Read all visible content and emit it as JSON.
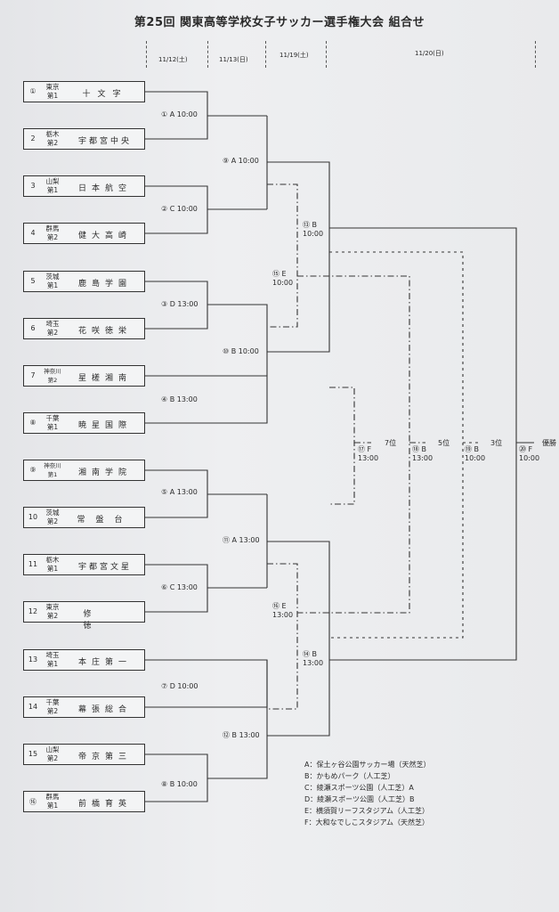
{
  "title": "第25回 関東高等学校女子サッカー選手権大会 組合せ",
  "dates": [
    "11/12(土)",
    "11/13(日)",
    "11/19(土)",
    "11/20(日)"
  ],
  "teams": [
    {
      "seed": "①",
      "pref": "東京",
      "rank": "第1",
      "name": "十文字"
    },
    {
      "seed": "2",
      "pref": "栃木",
      "rank": "第2",
      "name": "宇都宮中央"
    },
    {
      "seed": "3",
      "pref": "山梨",
      "rank": "第1",
      "name": "日本航空"
    },
    {
      "seed": "4",
      "pref": "群馬",
      "rank": "第2",
      "name": "健大高崎"
    },
    {
      "seed": "5",
      "pref": "茨城",
      "rank": "第1",
      "name": "鹿島学園"
    },
    {
      "seed": "6",
      "pref": "埼玉",
      "rank": "第2",
      "name": "花咲徳栄"
    },
    {
      "seed": "7",
      "pref": "神奈川",
      "rank": "第2",
      "name": "星槎湘南"
    },
    {
      "seed": "⑧",
      "pref": "千葉",
      "rank": "第1",
      "name": "暁星国際"
    },
    {
      "seed": "⑨",
      "pref": "神奈川",
      "rank": "第1",
      "name": "湘南学院"
    },
    {
      "seed": "10",
      "pref": "茨城",
      "rank": "第2",
      "name": "常盤台"
    },
    {
      "seed": "11",
      "pref": "栃木",
      "rank": "第1",
      "name": "宇都宮文星"
    },
    {
      "seed": "12",
      "pref": "東京",
      "rank": "第2",
      "name": "修徳"
    },
    {
      "seed": "13",
      "pref": "埼玉",
      "rank": "第1",
      "name": "本庄第一"
    },
    {
      "seed": "14",
      "pref": "千葉",
      "rank": "第2",
      "name": "幕張総合"
    },
    {
      "seed": "15",
      "pref": "山梨",
      "rank": "第2",
      "name": "帝京第三"
    },
    {
      "seed": "⑯",
      "pref": "群馬",
      "rank": "第1",
      "name": "前橋育英"
    }
  ],
  "matches": {
    "m1": "① A 10:00",
    "m2": "② C 10:00",
    "m3": "③ D 13:00",
    "m4": "④ B 13:00",
    "m5": "⑤ A 13:00",
    "m6": "⑥ C 13:00",
    "m7": "⑦ D 10:00",
    "m8": "⑧ B 10:00",
    "m9": "⑨ A 10:00",
    "m10": "⑩ B 10:00",
    "m11": "⑪ A 13:00",
    "m12": "⑫ B 13:00",
    "m13a": "⑬ B",
    "m13b": "10:00",
    "m14a": "⑭ B",
    "m14b": "13:00",
    "m15a": "⑮ E",
    "m15b": "10:00",
    "m16a": "⑯ E",
    "m16b": "13:00",
    "m17a": "⑰ F",
    "m17b": "13:00",
    "m18a": "⑱ B",
    "m18b": "13:00",
    "m19a": "⑲ B",
    "m19b": "10:00",
    "m20a": "⑳ F",
    "m20b": "10:00"
  },
  "places": {
    "p7": "7位",
    "p5": "5位",
    "p3": "3位",
    "p1": "優勝"
  },
  "venues": [
    "A：保土ヶ谷公園サッカー場（天然芝）",
    "B：かもめパーク（人工芝）",
    "C：綾瀬スポーツ公園（人工芝）A",
    "D：綾瀬スポーツ公園（人工芝）B",
    "E：横須賀リーフスタジアム（人工芝）",
    "F：大和なでしこスタジアム（天然芝）"
  ]
}
